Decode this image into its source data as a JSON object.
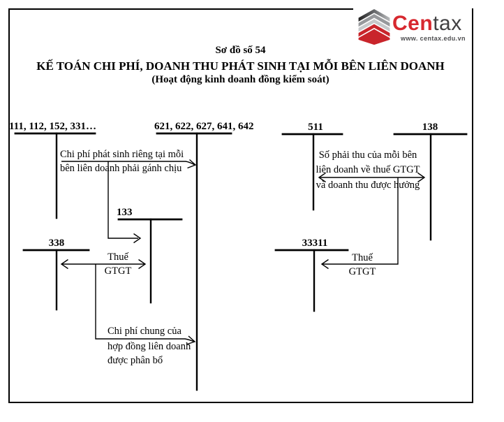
{
  "header": {
    "title_line1": "Sơ đồ số 54",
    "title_line2": "KẾ TOÁN CHI PHÍ, DOANH THU PHÁT SINH TẠI MỖI BÊN LIÊN DOANH",
    "title_line3": "(Hoạt động kinh doanh đồng kiểm soát)"
  },
  "logo": {
    "brand_part1": "Cen",
    "brand_part2": "tax",
    "website": "www. centax.edu.vn",
    "brand_red": "#d7282f",
    "brand_dark": "#414042"
  },
  "accounts": [
    {
      "id": "111",
      "label": "111, 112, 152, 331…"
    },
    {
      "id": "621",
      "label": "621, 622, 627, 641, 642"
    },
    {
      "id": "511",
      "label": "511"
    },
    {
      "id": "138",
      "label": "138"
    },
    {
      "id": "133",
      "label": "133"
    },
    {
      "id": "338",
      "label": "338"
    },
    {
      "id": "33311",
      "label": "33311"
    }
  ],
  "annotations": {
    "own_expense": {
      "line1": "Chi phí phát sinh riêng tại mỗi",
      "line2": "bên liên doanh phải gánh chịu"
    },
    "vat_left": {
      "line1": "Thuế",
      "line2": "GTGT"
    },
    "shared_expense": {
      "line1": "Chi phí chung của",
      "line2": "hợp đồng liên doanh",
      "line3": "được phân bổ"
    },
    "receivable": {
      "line1": "Số phải thu của mỗi bên",
      "line2": "liên doanh về thuế GTGT",
      "line3": "và doanh thu được hưởng"
    },
    "vat_right": {
      "line1": "Thuế",
      "line2": "GTGT"
    }
  }
}
